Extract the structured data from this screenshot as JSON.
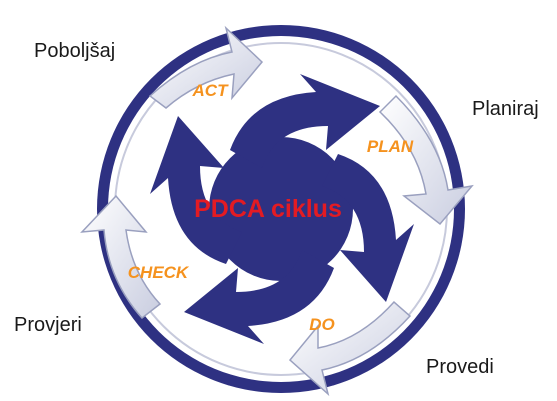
{
  "diagram": {
    "center_title": "PDCA ciklus",
    "stages": [
      {
        "key": "act",
        "label": "ACT"
      },
      {
        "key": "plan",
        "label": "PLAN"
      },
      {
        "key": "do",
        "label": "DO"
      },
      {
        "key": "check",
        "label": "CHECK"
      }
    ],
    "outer_labels": {
      "improve": "Poboljšaj",
      "plan": "Planiraj",
      "do": "Provedi",
      "check": "Provjeri"
    },
    "colors": {
      "navy": "#2e3182",
      "ring_edge": "#9aa0bf",
      "stage_label": "#f5921e",
      "title": "#e31b23",
      "background": "#ffffff"
    }
  }
}
